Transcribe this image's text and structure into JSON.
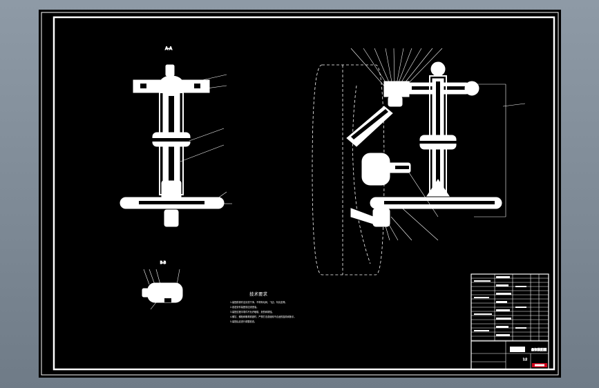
{
  "views": {
    "left_view_label": "A-A",
    "detail_view_label": "B-B"
  },
  "notes": {
    "heading": "技术要求",
    "lines": [
      "1.装配前零件应清洗干净，不得有毛刺、飞边、氧化皮等。",
      "2.各密封件装配前应浸透油。",
      "3.装配过程中零件不允许磕碰、划伤和锈蚀。",
      "4.螺钉、螺栓和螺母紧固时，严禁打击或使用不合适的旋具和扳手。",
      "5.装配后应进行调整检查。"
    ]
  },
  "title_block": {
    "drawing_name": "悬架装配图",
    "scale": "1:2"
  },
  "colors": {
    "background": "#7f8b97",
    "sheet": "#000000",
    "lines": "#ffffff",
    "accent_red": "#d0021b"
  }
}
